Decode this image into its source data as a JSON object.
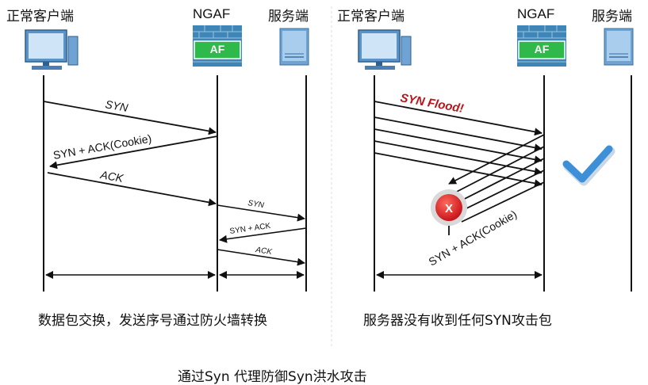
{
  "left_panel": {
    "client_label": "正常客户端",
    "ngaf_label": "NGAF",
    "server_label": "服务端",
    "af_badge": "AF",
    "msg_syn": "SYN",
    "msg_synack_cookie": "SYN + ACK(Cookie)",
    "msg_ack": "ACK",
    "msg_syn_small": "SYN",
    "msg_synack_small": "SYN + ACK",
    "msg_ack_small": "ACK",
    "caption": "数据包交换，发送序号通过防火墙转换"
  },
  "right_panel": {
    "client_label": "正常客户端",
    "ngaf_label": "NGAF",
    "server_label": "服务端",
    "af_badge": "AF",
    "flood_label": "SYN Flood!",
    "blocked_mark": "X",
    "synack_cookie_label": "SYN + ACK(Cookie)",
    "caption": "服务器没有收到任何SYN攻击包"
  },
  "title": "通过Syn 代理防御Syn洪水攻击",
  "colors": {
    "af_green": "#2fb94a",
    "firewall_blue": "#3f86b8",
    "check_blue": "#3d8fd8",
    "flood_red": "#b8141a",
    "block_red": "#d42a2a"
  }
}
